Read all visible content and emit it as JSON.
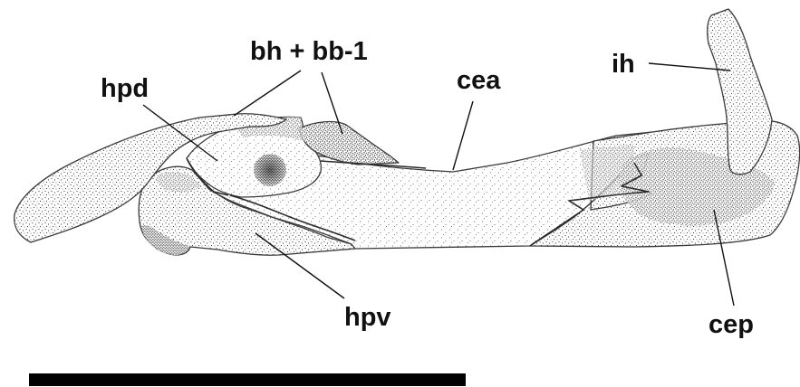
{
  "labels": {
    "bh_bb1": "bh + bb-1",
    "hpd": "hpd",
    "cea": "cea",
    "ih": "ih",
    "hpv": "hpv",
    "cep": "cep"
  }
}
